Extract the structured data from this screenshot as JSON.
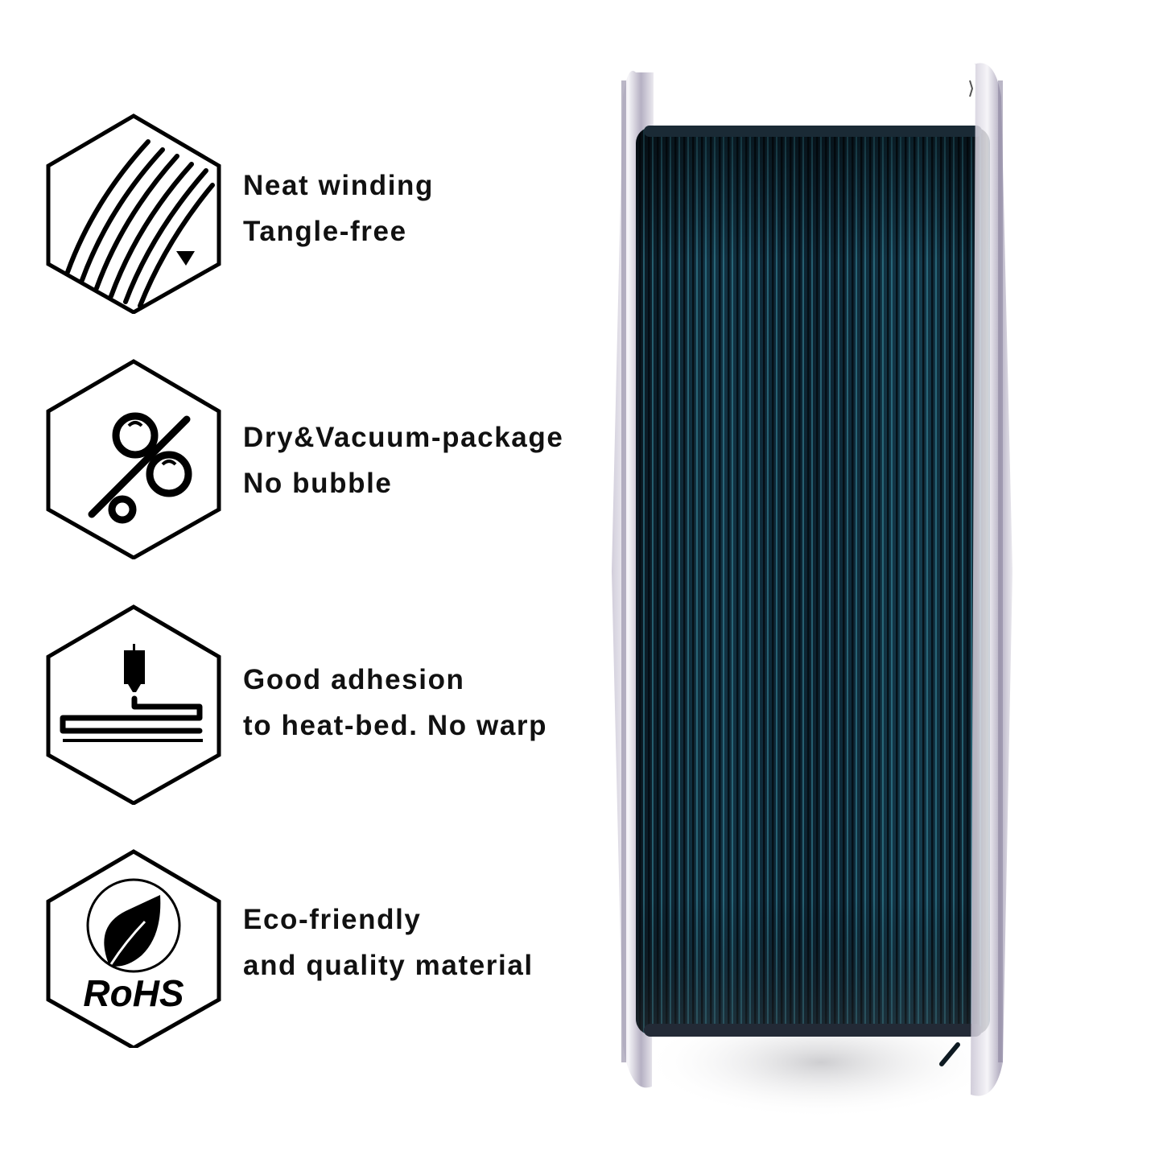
{
  "features": [
    {
      "icon": "neat-winding-icon",
      "line1": "Neat winding",
      "line2": "Tangle-free"
    },
    {
      "icon": "dry-vacuum-percent-icon",
      "line1": "Dry&Vacuum-package",
      "line2": "No bubble"
    },
    {
      "icon": "heat-bed-adhesion-icon",
      "line1": "Good adhesion",
      "line2": "to heat-bed. No warp"
    },
    {
      "icon": "rohs-leaf-icon",
      "line1": "Eco-friendly",
      "line2": "and quality material",
      "badge_text": "RoHS"
    }
  ],
  "product": {
    "name": "filament-spool",
    "filament_color": "#0f2a3a",
    "sparkle_color": "#3a8fa3",
    "flange_color": "#d9d6e0"
  }
}
